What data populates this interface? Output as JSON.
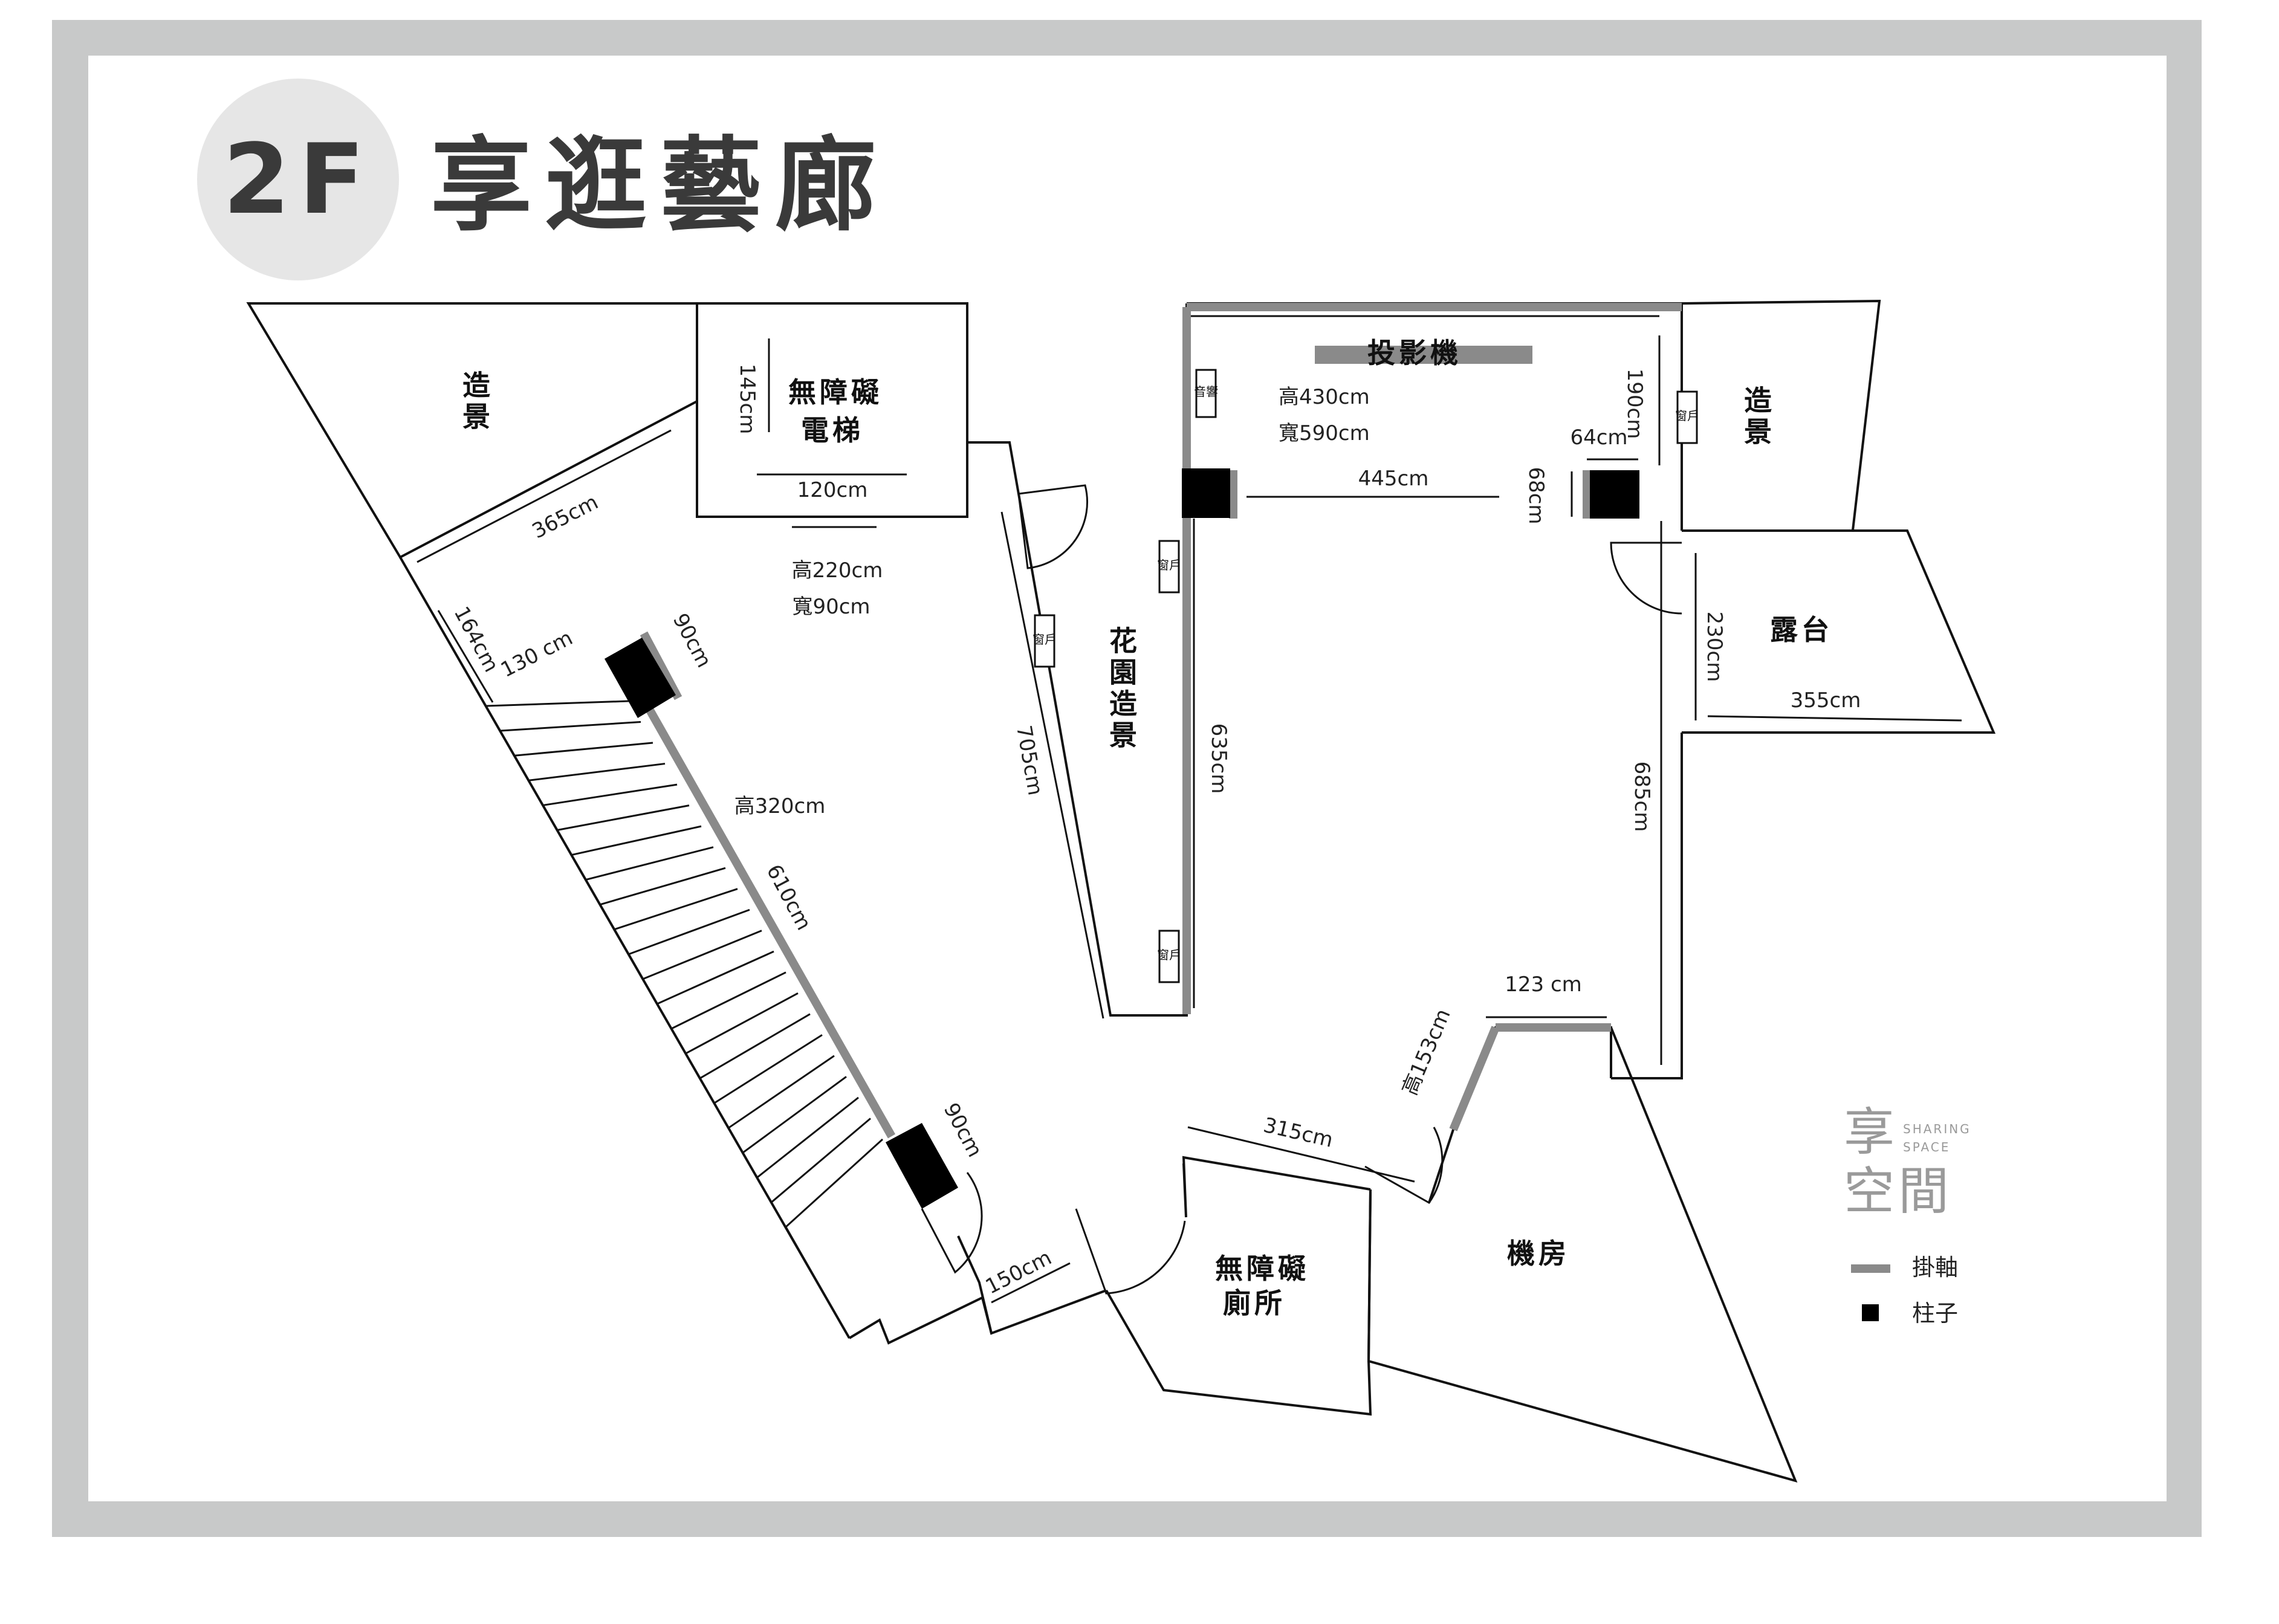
{
  "header": {
    "floor": "2F",
    "title": "享逛藝廊"
  },
  "rooms": {
    "landscape_left": "造景",
    "elevator_line1": "無障礙",
    "elevator_line2": "電梯",
    "projector": "投影機",
    "landscape_right": "造景",
    "terrace": "露台",
    "garden": "花園造景",
    "accessible_toilet_line1": "無障礙",
    "accessible_toilet_line2": "廁所",
    "machine_room": "機房"
  },
  "small_labels": {
    "speaker": "音響",
    "window": "窗戶"
  },
  "dimensions": {
    "d365": "365cm",
    "d145": "145cm",
    "d120": "120cm",
    "elev_h": "高220cm",
    "elev_w": "寬90cm",
    "d164": "164cm",
    "d130": "130 cm",
    "d90a": "90cm",
    "stair_h": "高320cm",
    "d610": "610cm",
    "d705": "705cm",
    "d635": "635cm",
    "gallery_h": "高430cm",
    "gallery_w": "寬590cm",
    "d445": "445cm",
    "d64": "64cm",
    "d68": "68cm",
    "d190": "190cm",
    "d230": "230cm",
    "d355": "355cm",
    "d685": "685cm",
    "d123": "123 cm",
    "d153": "高153cm",
    "d315": "315cm",
    "d90b": "90cm",
    "d150": "150cm"
  },
  "brand": {
    "line1": "享",
    "line2": "空",
    "line3": "間",
    "en1": "SHARING",
    "en2": "SPACE"
  },
  "legend": {
    "rail_label": "掛軸",
    "pillar_label": "柱子"
  },
  "colors": {
    "frame_gray": "#c8c9c9",
    "title_circle": "#e6e6e6",
    "title_text": "#3a3a3a",
    "rail_gray": "#8a8a8a",
    "brand_gray": "#9a9a9a"
  }
}
